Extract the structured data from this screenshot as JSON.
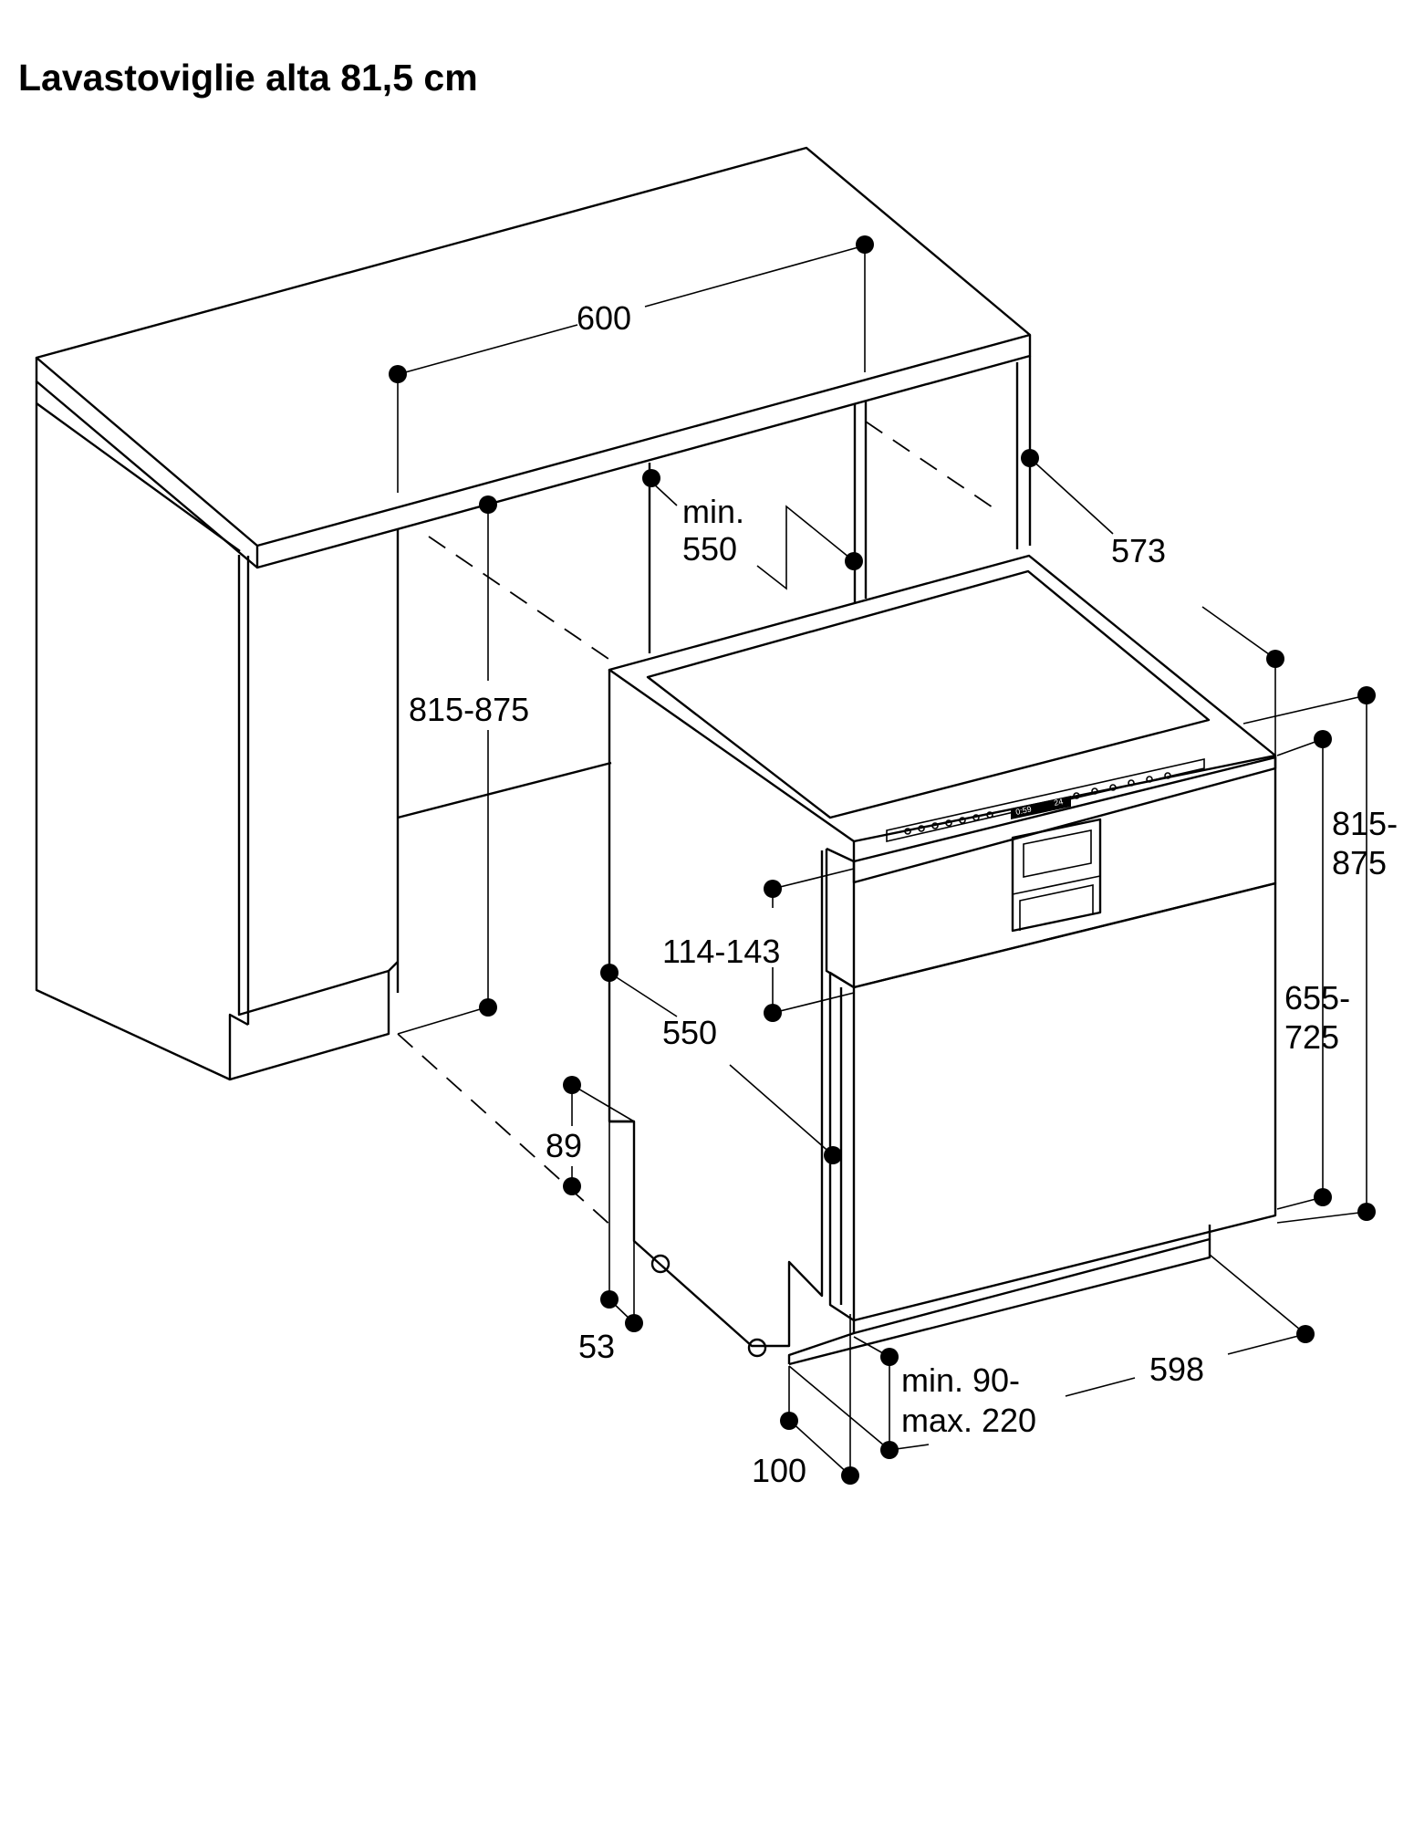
{
  "title": "Lavastoviglie alta 81,5 cm",
  "dimensions": {
    "width_600": "600",
    "niche_depth_min_1": "min.",
    "niche_depth_min_2": "550",
    "depth_573": "573",
    "cabinet_height": "815-875",
    "appliance_height_1": "815-",
    "appliance_height_2": "875",
    "door_height_1": "655-",
    "door_height_2": "725",
    "panel_range": "114-143",
    "depth_550": "550",
    "plinth_89": "89",
    "feet_53": "53",
    "plinth_min_1": "min. 90-",
    "plinth_min_2": "max. 220",
    "width_598": "598",
    "offset_100": "100"
  },
  "display": {
    "time": "0:59",
    "code": "24"
  }
}
